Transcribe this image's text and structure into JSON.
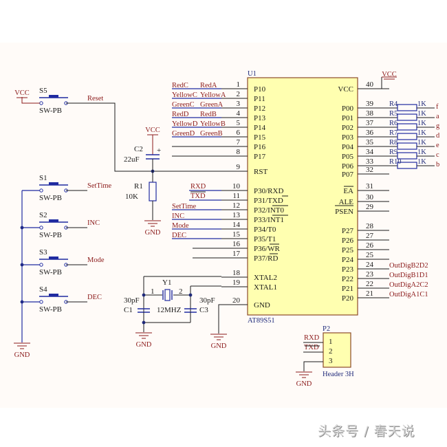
{
  "colors": {
    "sheet_background": "#fffbf8",
    "chip_fill": "#ffffb0",
    "chip_border": "#8b4a2a",
    "net_label": "#8b1a1a",
    "component": "#1f2aa0",
    "wire": "#1a1a1a"
  },
  "mcu": {
    "designator": "U1",
    "part": "AT89S51",
    "left_pins": [
      {
        "num": "1",
        "name": "P10",
        "net_left": "RedC",
        "net_right": "RedA"
      },
      {
        "num": "2",
        "name": "P11",
        "net_left": "YellowC",
        "net_right": "YellowA"
      },
      {
        "num": "3",
        "name": "P12",
        "net_left": "GreenC",
        "net_right": "GreenA"
      },
      {
        "num": "4",
        "name": "P13",
        "net_left": "RedD",
        "net_right": "RedB"
      },
      {
        "num": "5",
        "name": "P14",
        "net_left": "YellowD",
        "net_right": "YellowB"
      },
      {
        "num": "6",
        "name": "P15",
        "net_left": "GreenD",
        "net_right": "GreenB"
      },
      {
        "num": "7",
        "name": "P16",
        "net_left": "",
        "net_right": ""
      },
      {
        "num": "8",
        "name": "P17",
        "net_left": "",
        "net_right": ""
      },
      {
        "num": "9",
        "name": "RST",
        "net_left": "",
        "net_right": ""
      },
      {
        "num": "10",
        "name": "P30/RXD",
        "net_left": "",
        "net_right": "RXD"
      },
      {
        "num": "11",
        "name": "P31/TXD",
        "net_left": "",
        "net_right": "TXD"
      },
      {
        "num": "12",
        "name": "P32/INT0",
        "net_left": "SetTime",
        "net_right": ""
      },
      {
        "num": "13",
        "name": "P33/INT1",
        "net_left": "INC",
        "net_right": ""
      },
      {
        "num": "14",
        "name": "P34/T0",
        "net_left": "Mode",
        "net_right": ""
      },
      {
        "num": "15",
        "name": "P35/T1",
        "net_left": "DEC",
        "net_right": ""
      },
      {
        "num": "16",
        "name": "P36/WR",
        "net_left": "",
        "net_right": ""
      },
      {
        "num": "17",
        "name": "P37/RD",
        "net_left": "",
        "net_right": ""
      },
      {
        "num": "18",
        "name": "XTAL2",
        "net_left": "",
        "net_right": ""
      },
      {
        "num": "19",
        "name": "XTAL1",
        "net_left": "",
        "net_right": ""
      },
      {
        "num": "20",
        "name": "GND",
        "net_left": "",
        "net_right": ""
      }
    ],
    "right_pins": [
      {
        "num": "40",
        "name": "VCC",
        "net": ""
      },
      {
        "num": "39",
        "name": "P00",
        "net": ""
      },
      {
        "num": "38",
        "name": "P01",
        "net": ""
      },
      {
        "num": "37",
        "name": "P02",
        "net": ""
      },
      {
        "num": "36",
        "name": "P03",
        "net": ""
      },
      {
        "num": "35",
        "name": "P04",
        "net": ""
      },
      {
        "num": "34",
        "name": "P05",
        "net": ""
      },
      {
        "num": "33",
        "name": "P06",
        "net": ""
      },
      {
        "num": "32",
        "name": "P07",
        "net": ""
      },
      {
        "num": "31",
        "name": "EA",
        "net": ""
      },
      {
        "num": "30",
        "name": "ALE",
        "net": ""
      },
      {
        "num": "29",
        "name": "PSEN",
        "net": ""
      },
      {
        "num": "28",
        "name": "P27",
        "net": ""
      },
      {
        "num": "27",
        "name": "P26",
        "net": ""
      },
      {
        "num": "26",
        "name": "P25",
        "net": ""
      },
      {
        "num": "25",
        "name": "P24",
        "net": ""
      },
      {
        "num": "24",
        "name": "P23",
        "net": "OutDigB2D2"
      },
      {
        "num": "23",
        "name": "P22",
        "net": "OutDigB1D1"
      },
      {
        "num": "22",
        "name": "P21",
        "net": "OutDigA2C2"
      },
      {
        "num": "21",
        "name": "P20",
        "net": "OutDigA1C1"
      }
    ]
  },
  "resistor_array": [
    {
      "ref": "R4",
      "value": "1K",
      "segment": "f"
    },
    {
      "ref": "R5",
      "value": "1K",
      "segment": "a"
    },
    {
      "ref": "R6",
      "value": "1K",
      "segment": "g"
    },
    {
      "ref": "R7",
      "value": "1K",
      "segment": "d"
    },
    {
      "ref": "R8",
      "value": "1K",
      "segment": "e"
    },
    {
      "ref": "R9",
      "value": "1K",
      "segment": "c"
    },
    {
      "ref": "R10",
      "value": "1K",
      "segment": "b"
    }
  ],
  "switches": [
    {
      "ref": "S5",
      "type": "SW-PB",
      "net": "Reset"
    },
    {
      "ref": "S1",
      "type": "SW-PB",
      "net": "SetTime"
    },
    {
      "ref": "S2",
      "type": "SW-PB",
      "net": "INC"
    },
    {
      "ref": "S3",
      "type": "SW-PB",
      "net": "Mode"
    },
    {
      "ref": "S4",
      "type": "SW-PB",
      "net": "DEC"
    }
  ],
  "reset_circuit": {
    "cap_ref": "C2",
    "cap_value": "22uF",
    "cap_polarity": "+",
    "res_ref": "R1",
    "res_value": "10K"
  },
  "crystal": {
    "ref": "Y1",
    "value": "12MHZ",
    "pin1": "1",
    "pin2": "2",
    "c1_ref": "C1",
    "c1_value": "30pF",
    "c3_ref": "C3",
    "c3_value": "30pF"
  },
  "header": {
    "ref": "P2",
    "part": "Header 3H",
    "pins": [
      {
        "num": "1",
        "net": "RXD"
      },
      {
        "num": "2",
        "net": "TXD"
      },
      {
        "num": "3",
        "net": ""
      }
    ]
  },
  "power": {
    "vcc": "VCC",
    "gnd": "GND"
  },
  "watermark": "头条号 / 春天说"
}
